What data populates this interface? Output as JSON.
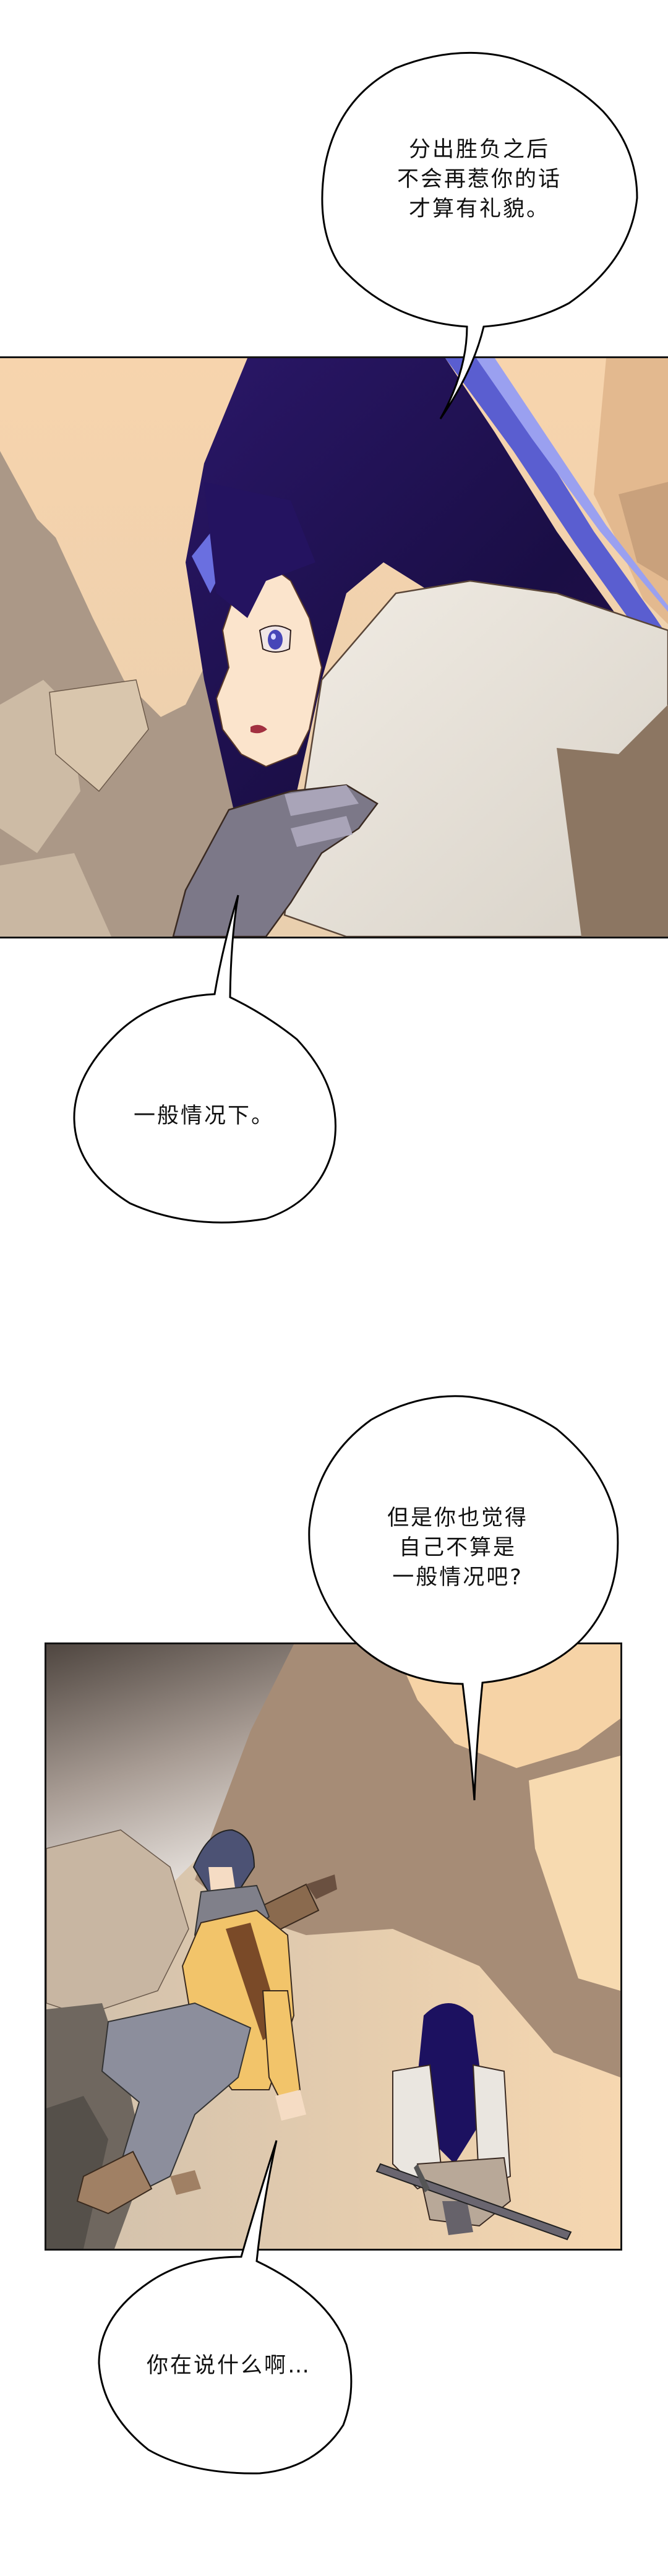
{
  "page": {
    "type": "vertical comic strip (webtoon)",
    "background": "#ffffff"
  },
  "panels": [
    {
      "id": "panel-1",
      "description": "Close-up side profile of a girl with long dark indigo-blue hair and violet eyes, smiling slightly, wearing a white jacket and grey gloves, against sandy rocks",
      "colors": {
        "sky_sand": "#f5d3ae",
        "rock": "#a89684",
        "hair_dark": "#1c0f47",
        "hair_highlight": "#6c6fd6",
        "skin": "#fbe3cc",
        "jacket": "#e8e2d8",
        "glove": "#6e6a78"
      }
    },
    {
      "id": "panel-2",
      "description": "Wide shot of a rocky canyon: a dark-haired boy in a yellow shirt, grey scarf and grey pants sits leaning back with a sword on his back; a long blue-haired girl crouches facing him with a sword beside her",
      "colors": {
        "smoke": "#5c524c",
        "rock_light": "#f6d2a4",
        "rock_shadow": "#a48a74",
        "ground": "#d7bfa3",
        "boy_shirt": "#f2c46a",
        "boy_pants": "#8a8c98",
        "scarf": "#7c7c84",
        "girl_hair": "#1c1160",
        "girl_top": "#e8e4de"
      }
    }
  ],
  "bubbles": [
    {
      "id": "bubble-1",
      "text": "分出胜负之后\n不会再惹你的话\n才算有礼貌。"
    },
    {
      "id": "bubble-2",
      "text": "一般情况下。"
    },
    {
      "id": "bubble-3",
      "text": "但是你也觉得\n自己不算是\n一般情况吧?"
    },
    {
      "id": "bubble-4",
      "text": "你在说什么啊…"
    }
  ]
}
